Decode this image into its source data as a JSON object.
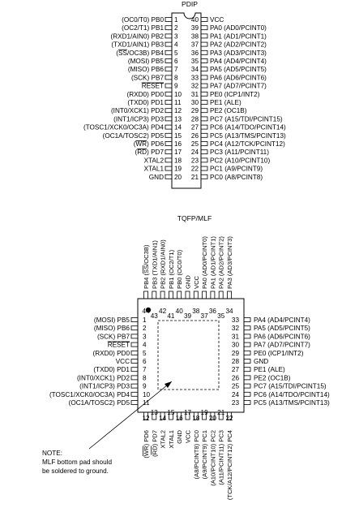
{
  "pdip": {
    "title": "PDIP",
    "left": [
      {
        "num": "1",
        "pin": "PB0",
        "func": "(OC0/T0)"
      },
      {
        "num": "2",
        "pin": "PB1",
        "func": "(OC2/T1)"
      },
      {
        "num": "3",
        "pin": "PB2",
        "func": "(RXD1/AIN0)"
      },
      {
        "num": "4",
        "pin": "PB3",
        "func": "(TXD1/AIN1)"
      },
      {
        "num": "5",
        "pin": "PB4",
        "func": "(SS/OC3B)"
      },
      {
        "num": "6",
        "pin": "PB5",
        "func": "(MOSI)"
      },
      {
        "num": "7",
        "pin": "PB6",
        "func": "(MISO)"
      },
      {
        "num": "8",
        "pin": "PB7",
        "func": "(SCK)"
      },
      {
        "num": "9",
        "pin": "RESET",
        "func": ""
      },
      {
        "num": "10",
        "pin": "PD0",
        "func": "(RXD0)"
      },
      {
        "num": "11",
        "pin": "PD1",
        "func": "(TXD0)"
      },
      {
        "num": "12",
        "pin": "PD2",
        "func": "(INT0/XCK1)"
      },
      {
        "num": "13",
        "pin": "PD3",
        "func": "(INT1/ICP3)"
      },
      {
        "num": "14",
        "pin": "PD4",
        "func": "(TOSC1/XCK0/OC3A)"
      },
      {
        "num": "15",
        "pin": "PD5",
        "func": "(OC1A/TOSC2)"
      },
      {
        "num": "16",
        "pin": "PD6",
        "func": "(WR)"
      },
      {
        "num": "17",
        "pin": "PD7",
        "func": "(RD)"
      },
      {
        "num": "18",
        "pin": "XTAL2",
        "func": ""
      },
      {
        "num": "19",
        "pin": "XTAL1",
        "func": ""
      },
      {
        "num": "20",
        "pin": "GND",
        "func": ""
      }
    ],
    "right": [
      {
        "num": "40",
        "pin": "VCC",
        "func": ""
      },
      {
        "num": "39",
        "pin": "PA0",
        "func": "(AD0/PCINT0)"
      },
      {
        "num": "38",
        "pin": "PA1",
        "func": "(AD1/PCINT1)"
      },
      {
        "num": "37",
        "pin": "PA2",
        "func": "(AD2/PCINT2)"
      },
      {
        "num": "36",
        "pin": "PA3",
        "func": "(AD3/PCINT3)"
      },
      {
        "num": "35",
        "pin": "PA4",
        "func": "(AD4/PCINT4)"
      },
      {
        "num": "34",
        "pin": "PA5",
        "func": "(AD5/PCINT5)"
      },
      {
        "num": "33",
        "pin": "PA6",
        "func": "(AD6/PCINT6)"
      },
      {
        "num": "32",
        "pin": "PA7",
        "func": "(AD7/PCINT7)"
      },
      {
        "num": "31",
        "pin": "PE0",
        "func": "(ICP1/INT2)"
      },
      {
        "num": "30",
        "pin": "PE1",
        "func": "(ALE)"
      },
      {
        "num": "29",
        "pin": "PE2",
        "func": "(OC1B)"
      },
      {
        "num": "28",
        "pin": "PC7",
        "func": "(A15/TDI/PCINT15)"
      },
      {
        "num": "27",
        "pin": "PC6",
        "func": "(A14/TDO/PCINT14)"
      },
      {
        "num": "26",
        "pin": "PC5",
        "func": "(A13/TMS/PCINT13)"
      },
      {
        "num": "25",
        "pin": "PC4",
        "func": "(A12/TCK/PCINT12)"
      },
      {
        "num": "24",
        "pin": "PC3",
        "func": "(A11/PCINT11)"
      },
      {
        "num": "23",
        "pin": "PC2",
        "func": "(A10/PCINT10)"
      },
      {
        "num": "22",
        "pin": "PC1",
        "func": "(A9/PCINT9)"
      },
      {
        "num": "21",
        "pin": "PC0",
        "func": "(A8/PCINT8)"
      }
    ]
  },
  "tqfp": {
    "title": "TQFP/MLF",
    "pin1_dot": true,
    "left": [
      {
        "num": "1",
        "pin": "PB5",
        "func": "(MOSI)"
      },
      {
        "num": "2",
        "pin": "PB6",
        "func": "(MISO)"
      },
      {
        "num": "3",
        "pin": "PB7",
        "func": "(SCK)"
      },
      {
        "num": "4",
        "pin": "RESET",
        "func": ""
      },
      {
        "num": "5",
        "pin": "PD0",
        "func": "(RXD0)"
      },
      {
        "num": "6",
        "pin": "VCC",
        "func": ""
      },
      {
        "num": "7",
        "pin": "PD1",
        "func": "(TXD0)"
      },
      {
        "num": "8",
        "pin": "PD2",
        "func": "(INT0/XCK1)"
      },
      {
        "num": "9",
        "pin": "PD3",
        "func": "(INT1/ICP3)"
      },
      {
        "num": "10",
        "pin": "PD4",
        "func": "(TOSC1/XCK0/OC3A)"
      },
      {
        "num": "11",
        "pin": "PD5",
        "func": "(OC1A/TOSC2)"
      }
    ],
    "right": [
      {
        "num": "33",
        "pin": "PA4",
        "func": "(AD4/PCINT4)"
      },
      {
        "num": "32",
        "pin": "PA5",
        "func": "(AD5/PCINT5)"
      },
      {
        "num": "31",
        "pin": "PA6",
        "func": "(AD6/PCINT6)"
      },
      {
        "num": "30",
        "pin": "PA7",
        "func": "(AD7/PCINT7)"
      },
      {
        "num": "29",
        "pin": "PE0",
        "func": "(ICP1/INT2)"
      },
      {
        "num": "28",
        "pin": "GND",
        "func": ""
      },
      {
        "num": "27",
        "pin": "PE1",
        "func": "(ALE)"
      },
      {
        "num": "26",
        "pin": "PE2",
        "func": "(OC1B)"
      },
      {
        "num": "25",
        "pin": "PC7",
        "func": "(A15/TDI/PCINT15)"
      },
      {
        "num": "24",
        "pin": "PC6",
        "func": "(A14/TDO/PCINT14)"
      },
      {
        "num": "23",
        "pin": "PC5",
        "func": "(A13/TMS/PCINT13)"
      }
    ],
    "top": [
      {
        "num": "44",
        "pin": "PB4",
        "func": "(SS/OC3B)"
      },
      {
        "num": "43",
        "pin": "PB3",
        "func": "(TXD1/AIN1)"
      },
      {
        "num": "42",
        "pin": "PB2",
        "func": "(RXD1/AIN0)"
      },
      {
        "num": "41",
        "pin": "PB1",
        "func": "(OC2/T1)"
      },
      {
        "num": "40",
        "pin": "PB0",
        "func": "(OC0/T0)"
      },
      {
        "num": "39",
        "pin": "GND",
        "func": ""
      },
      {
        "num": "38",
        "pin": "VCC",
        "func": ""
      },
      {
        "num": "37",
        "pin": "PA0",
        "func": "(AD0/PCINT0)"
      },
      {
        "num": "36",
        "pin": "PA1",
        "func": "(AD1/PCINT1)"
      },
      {
        "num": "35",
        "pin": "PA2",
        "func": "(AD2/PCINT2)"
      },
      {
        "num": "34",
        "pin": "PA3",
        "func": "(AD3/PCINT3)"
      }
    ],
    "bottom": [
      {
        "num": "12",
        "pin": "PD6",
        "func": "(WR)"
      },
      {
        "num": "13",
        "pin": "PD7",
        "func": "(RD)"
      },
      {
        "num": "14",
        "pin": "XTAL2",
        "func": ""
      },
      {
        "num": "15",
        "pin": "XTAL1",
        "func": ""
      },
      {
        "num": "16",
        "pin": "GND",
        "func": ""
      },
      {
        "num": "17",
        "pin": "VCC",
        "func": ""
      },
      {
        "num": "18",
        "pin": "PC0",
        "func": "(A8/PCINT8)"
      },
      {
        "num": "19",
        "pin": "PC1",
        "func": "(A9/PCINT9)"
      },
      {
        "num": "20",
        "pin": "PC2",
        "func": "(A10/PCINT10)"
      },
      {
        "num": "21",
        "pin": "PC3",
        "func": "(A11/PCINT11)"
      },
      {
        "num": "22",
        "pin": "PC4",
        "func": "(TCK/A12/PCINT12)"
      }
    ],
    "note_lines": [
      "NOTE:",
      "MLF bottom pad should",
      "be soldered to ground."
    ]
  }
}
